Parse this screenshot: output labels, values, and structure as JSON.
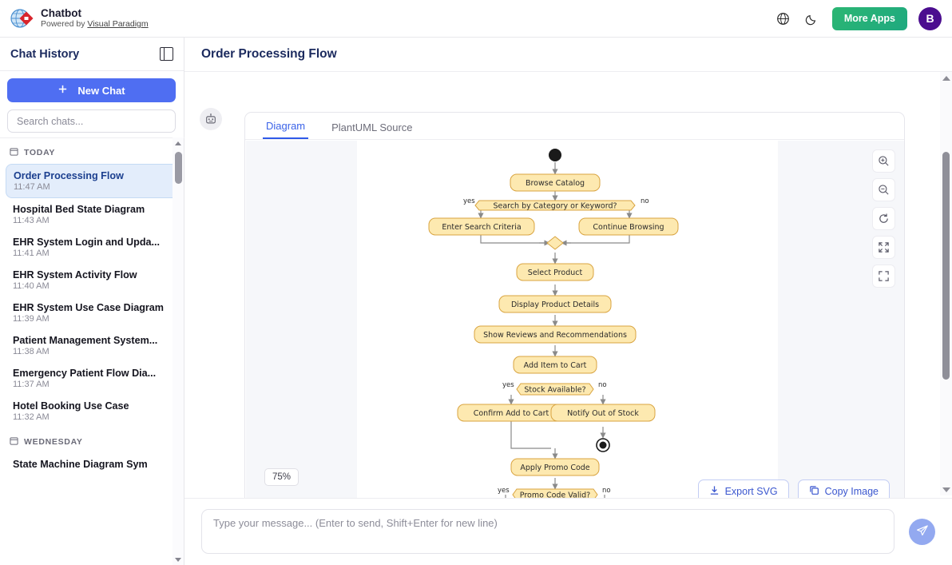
{
  "app": {
    "title": "Chatbot",
    "powered_by_prefix": "Powered by ",
    "powered_by_link": "Visual Paradigm",
    "logo_icon": "visual-paradigm-globe-diamond-logo"
  },
  "topbar": {
    "language_icon": "globe-icon",
    "theme_icon": "moon-icon",
    "more_apps_label": "More Apps",
    "more_apps_color": "#2bb673",
    "avatar_initial": "B",
    "avatar_color": "#4b0d8f"
  },
  "sidebar": {
    "title": "Chat History",
    "panel_toggle_icon": "panel-layout-icon",
    "new_chat_label": "New Chat",
    "new_chat_icon": "plus-icon",
    "new_chat_color": "#4f6ef2",
    "search_placeholder": "Search chats...",
    "search_value": "",
    "groups": [
      {
        "label": "TODAY",
        "icon": "calendar-icon",
        "items": [
          {
            "name": "Order Processing Flow",
            "time": "11:47 AM",
            "active": true
          },
          {
            "name": "Hospital Bed State Diagram",
            "time": "11:43 AM",
            "active": false
          },
          {
            "name": "EHR System Login and Upda...",
            "time": "11:41 AM",
            "active": false
          },
          {
            "name": "EHR System Activity Flow",
            "time": "11:40 AM",
            "active": false
          },
          {
            "name": "EHR System Use Case Diagram",
            "time": "11:39 AM",
            "active": false
          },
          {
            "name": "Patient Management System...",
            "time": "11:38 AM",
            "active": false
          },
          {
            "name": "Emergency Patient Flow Dia...",
            "time": "11:37 AM",
            "active": false
          },
          {
            "name": "Hotel Booking Use Case",
            "time": "11:32 AM",
            "active": false
          }
        ]
      },
      {
        "label": "WEDNESDAY",
        "icon": "calendar-icon",
        "items": [
          {
            "name": "State Machine Diagram Sym",
            "time": "",
            "active": false
          }
        ]
      }
    ]
  },
  "main": {
    "title": "Order Processing Flow",
    "bot_avatar_icon": "robot-icon",
    "tabs": [
      {
        "label": "Diagram",
        "active": true
      },
      {
        "label": "PlantUML Source",
        "active": false
      }
    ],
    "zoom_level": "75%",
    "zoom_controls": [
      {
        "icon": "zoom-in-icon",
        "name": "zoom-in-button"
      },
      {
        "icon": "zoom-out-icon",
        "name": "zoom-out-button"
      },
      {
        "icon": "reset-rotate-icon",
        "name": "reset-view-button"
      },
      {
        "icon": "expand-arrows-icon",
        "name": "fit-to-screen-button"
      },
      {
        "icon": "fullscreen-corners-icon",
        "name": "fullscreen-button"
      }
    ],
    "actions": [
      {
        "label": "Export SVG",
        "icon": "download-icon"
      },
      {
        "label": "Copy Image",
        "icon": "copy-icon"
      }
    ]
  },
  "diagram": {
    "type": "uml-activity-diagram",
    "title": "Order Processing Flow",
    "node_fill": "#fde9b0",
    "node_stroke": "#d9a441",
    "edge_color": "#8a8a8a",
    "nodes": [
      {
        "id": "start",
        "type": "initial-node",
        "label": ""
      },
      {
        "id": "browse",
        "type": "action",
        "label": "Browse Catalog"
      },
      {
        "id": "d1",
        "type": "decision",
        "label": "Search by Category or Keyword?"
      },
      {
        "id": "enter",
        "type": "action",
        "label": "Enter Search Criteria"
      },
      {
        "id": "continue",
        "type": "action",
        "label": "Continue Browsing"
      },
      {
        "id": "m1",
        "type": "merge",
        "label": ""
      },
      {
        "id": "select",
        "type": "action",
        "label": "Select Product"
      },
      {
        "id": "display",
        "type": "action",
        "label": "Display Product Details"
      },
      {
        "id": "reviews",
        "type": "action",
        "label": "Show Reviews and Recommendations"
      },
      {
        "id": "add",
        "type": "action",
        "label": "Add Item to Cart"
      },
      {
        "id": "d2",
        "type": "decision",
        "label": "Stock Available?"
      },
      {
        "id": "confirm",
        "type": "action",
        "label": "Confirm Add to Cart"
      },
      {
        "id": "notify",
        "type": "action",
        "label": "Notify Out of Stock"
      },
      {
        "id": "end1",
        "type": "final-node",
        "label": ""
      },
      {
        "id": "promo",
        "type": "action",
        "label": "Apply Promo Code"
      },
      {
        "id": "d3",
        "type": "decision",
        "label": "Promo Code Valid?"
      }
    ],
    "guards": [
      "yes",
      "no"
    ]
  },
  "composer": {
    "placeholder": "Type your message... (Enter to send, Shift+Enter for new line)",
    "value": "",
    "send_icon": "paper-plane-icon"
  },
  "scrollbars": {
    "up_icon": "triangle-up-icon",
    "down_icon": "triangle-down-icon"
  }
}
